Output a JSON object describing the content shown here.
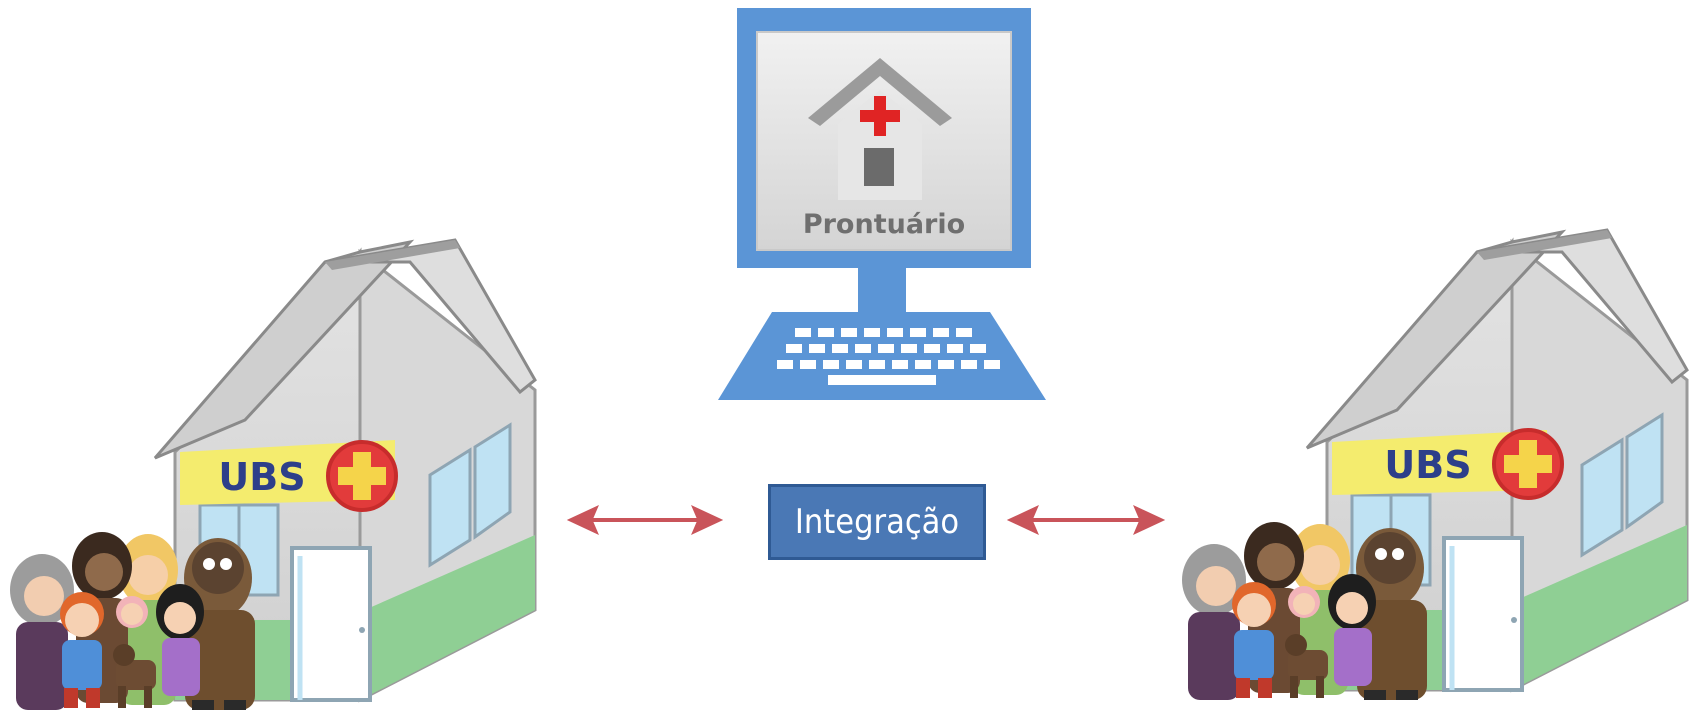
{
  "labels": {
    "monitor_screen": "Prontuário",
    "integration": "Integração",
    "ubs_left": "UBS",
    "ubs_right": "UBS"
  },
  "colors": {
    "monitor_blue": "#5b95d6",
    "integration_fill": "#4a78b5",
    "arrow_red": "#c9545a",
    "ubs_banner": "#f4ec6e",
    "cross_red": "#e23b3b",
    "cross_yellow": "#f5d44a",
    "house_green": "#8fcf94"
  }
}
